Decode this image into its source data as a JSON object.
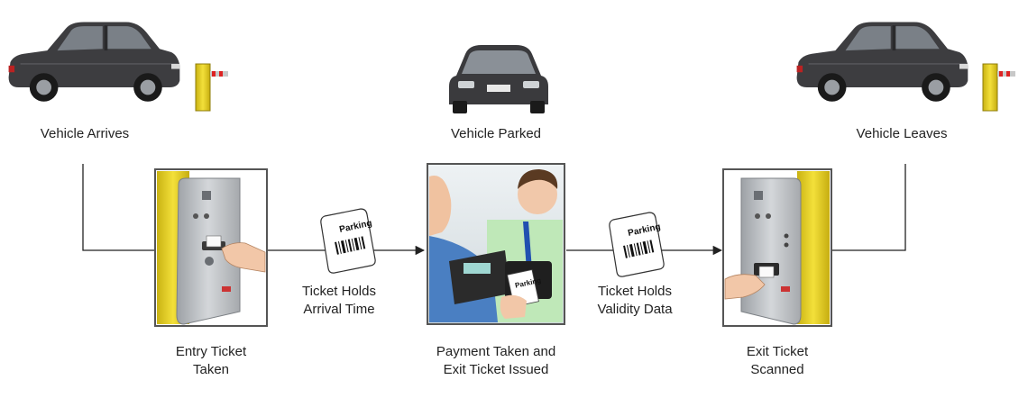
{
  "stages": {
    "arrive": {
      "label": "Vehicle Arrives"
    },
    "parked": {
      "label": "Vehicle Parked"
    },
    "leave": {
      "label": "Vehicle Leaves"
    }
  },
  "steps": {
    "entry": {
      "line1": "Entry Ticket",
      "line2": "Taken"
    },
    "payment": {
      "line1": "Payment Taken and",
      "line2": "Exit Ticket Issued"
    },
    "exit": {
      "line1": "Exit Ticket",
      "line2": "Scanned"
    }
  },
  "tickets": {
    "arrival": {
      "text": "Parking",
      "line1": "Ticket Holds",
      "line2": "Arrival Time"
    },
    "validity": {
      "text": "Parking",
      "line1": "Ticket Holds",
      "line2": "Validity Data"
    }
  },
  "payment_ticket_text": "Parking",
  "colors": {
    "car_body": "#3a3a3d",
    "machine_yellow": "#e8d020",
    "panel_gray": "#b9bcc0",
    "flow_line": "#222222",
    "frame": "#555555"
  }
}
